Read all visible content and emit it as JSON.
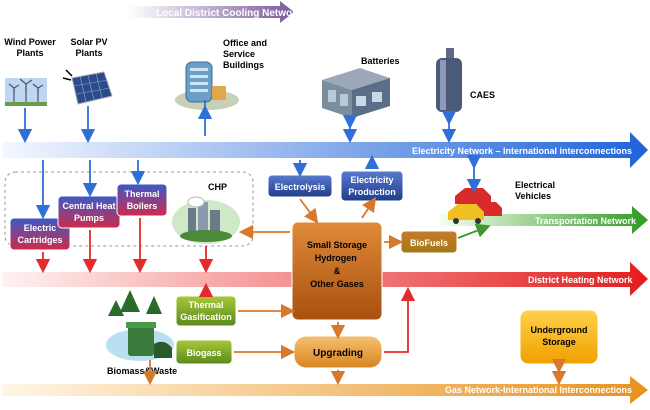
{
  "networks": {
    "cooling": "Local District Cooling Network",
    "electricity": "Electricity Network – International interconnections",
    "transport": "Transportation Network",
    "heating": "District Heating Network",
    "gas": "Gas Network-International Interconnections"
  },
  "sources": {
    "wind": [
      "Wind Power",
      "Plants"
    ],
    "solar": [
      "Solar PV",
      "Plants"
    ],
    "office": [
      "Office and",
      "Service",
      "Buildings"
    ],
    "batteries": "Batteries",
    "caes": "CAES",
    "ev": [
      "Electrical",
      "Vehicles"
    ],
    "chp": "CHP",
    "biomass": "Biomass&Waste"
  },
  "boxes": {
    "cartridges": [
      "Electric",
      "Cartridges"
    ],
    "heat_pumps": [
      "Central Heat",
      "Pumps"
    ],
    "boilers": [
      "Thermal",
      "Boilers"
    ],
    "electrolysis": "Electrolysis",
    "elec_prod": [
      "Electricity",
      "Production"
    ],
    "storage": [
      "Small Storage",
      "Hydrogen",
      "&",
      "Other Gases"
    ],
    "biofuels": "BioFuels",
    "gasification": [
      "Thermal",
      "Gasification"
    ],
    "biogass": "Biogass",
    "upgrading": "Upgrading",
    "underground": [
      "Underground",
      "Storage"
    ]
  },
  "colors": {
    "electric": "#2e6fd8",
    "heat": "#e52a2a",
    "gas": "#e08a2a",
    "transport": "#3a9a2a",
    "cooling": "#8a6aa8",
    "box_blue": "#3a5aa8",
    "box_orange": "#b8601a",
    "box_green": "#8aaa2a",
    "box_yellow": "#f0a800"
  }
}
